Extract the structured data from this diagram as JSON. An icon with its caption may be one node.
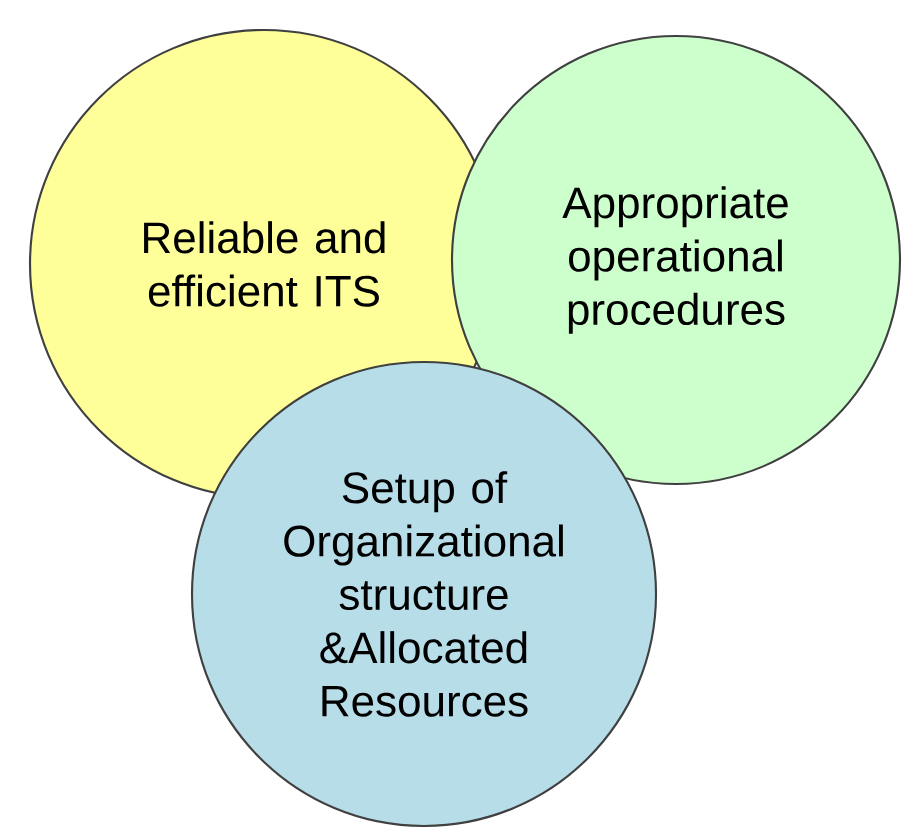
{
  "diagram": {
    "nodes": [
      {
        "text": [
          "Reliable and efficient ITS"
        ]
      },
      {
        "text": [
          "Appropriate operational procedures"
        ]
      },
      {
        "text": [
          "Setup of Organizational structure &Allocated Resources"
        ]
      }
    ]
  }
}
